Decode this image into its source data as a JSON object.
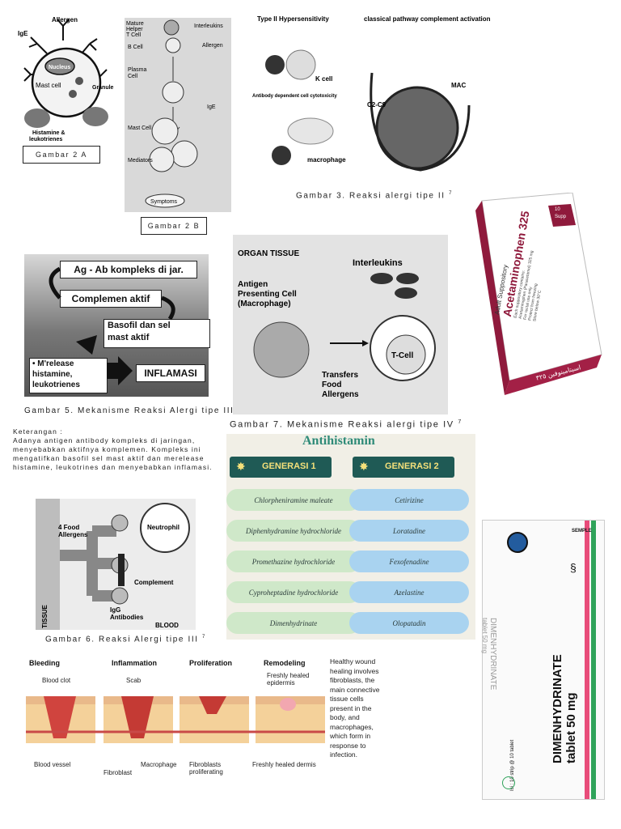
{
  "fig2a": {
    "allergen": "Allergen",
    "ige": "IgE",
    "nucleus": "Nucleus",
    "mast_cell": "Mast cell",
    "granule": "Granule",
    "histamine": "Histamine &",
    "leukotrienes": "leukotrienes",
    "caption": "Gambar 2 A"
  },
  "fig2b": {
    "mature": "Mature",
    "helper": "Helper",
    "tcell": "T Cell",
    "interleukins": "Interleukins",
    "allergen": "Allergen",
    "bcell": "B Cell",
    "plasma": "Plasma",
    "cell": "Cell",
    "ige": "IgE",
    "mastcell": "Mast Cell",
    "mediators": "Mediators",
    "symptoms": "Symptoms",
    "caption": "Gambar 2 B"
  },
  "fig3": {
    "type2": "Type II  Hypersensitivity",
    "classical": "classical pathway complement activation",
    "kcell": "K cell",
    "adcc": "Antibody dependent cell cytotoxicity",
    "macrophage": "macrophage",
    "mac": "MAC",
    "c2c9": "C2-C9",
    "caption": "Gambar 3. Reaksi alergi tipe II",
    "caption_sup": "7"
  },
  "box_acet": {
    "brand": "Acetaminophen 325",
    "sub": "Adult Suppository",
    "count_top": "10",
    "count_bot": "Supp",
    "lines": [
      "Each suppository contains:",
      "Acetaminophen (Paracetamol) 325 mg",
      "For rectal use only",
      "Protect from freezing",
      "Store below 30°C"
    ],
    "arabic": "اسيتامينوفين ٣٢٥"
  },
  "fig5": {
    "box1": "Ag  -  Ab  kompleks di jar.",
    "box2": "Complemen aktif",
    "box3a": "Basofil dan sel",
    "box3b": "mast aktif",
    "box4a": "• M'release",
    "box4b": "histamine,",
    "box4c": "leukotrienes",
    "box5": "INFLAMASI",
    "caption": "Gambar 5. Mekanisme Reaksi Alergi tipe III"
  },
  "fig7": {
    "organ": "ORGAN TISSUE",
    "interleukins": "Interleukins",
    "apc1": "Antigen",
    "apc2": "Presenting Cell",
    "apc3": "(Macrophage)",
    "tcell": "T-Cell",
    "tr1": "Transfers",
    "tr2": "Food",
    "tr3": "Allergens",
    "caption": "Gambar 7. Mekanisme Reaksi alergi tipe IV",
    "caption_sup": "7"
  },
  "keterangan": {
    "title": "Keterangan :",
    "lines": [
      "Adanya antigen antibody kompleks di jaringan,",
      "menyebabkan aktifnya komplemen. Kompleks ini",
      "mengatifkan basofil sel mast aktif dan merelease",
      "histamine, leukotrines dan menyebabkan inflamasi."
    ]
  },
  "antihistamin": {
    "title": "Antihistamin",
    "gen1": "GENERASI 1",
    "gen2": "GENERASI 2",
    "gen1_items": [
      "Chlorpheniramine maleate",
      "Diphenhydramine hydrochloride",
      "Promethazine hydrochloride",
      "Cyproheptadine hydrochloride",
      "Dimenhydrinate"
    ],
    "gen2_items": [
      "Cetirizine",
      "Loratadine",
      "Fexofenadine",
      "Azelastine",
      "Olopatadin"
    ]
  },
  "fig6": {
    "food1": "4 Food",
    "food2": "Allergens",
    "neutrophil": "Neutrophil",
    "complement": "Complement",
    "igg1": "IgG",
    "igg2": "Antibodies",
    "tissue": "TISSUE",
    "blood": "BLOOD",
    "caption": "Gambar 6. Reaksi Alergi tipe III",
    "caption_sup": "7"
  },
  "box_dimen": {
    "name": "DIMENHYDRINATE",
    "dose": "tablet 50 mg",
    "mirror1": "DIMENHYDRINATE",
    "mirror2": "tablet 50 mg",
    "footer": "Isi : 10 strip @ 10 tablet",
    "maker": "SEMPLE"
  },
  "wound": {
    "stages": [
      "Bleeding",
      "Inflammation",
      "Proliferation",
      "Remodeling"
    ],
    "blood_clot": "Blood clot",
    "scab": "Scab",
    "freshly1": "Freshly healed",
    "freshly2": "epidermis",
    "blood_vessel": "Blood vessel",
    "fibroblast": "Fibroblast",
    "macrophage": "Macrophage",
    "fib_prolif1": "Fibroblasts",
    "fib_prolif2": "proliferating",
    "fresh_dermis": "Freshly healed dermis",
    "note": [
      "Healthy wound",
      "healing involves",
      "fibroblasts, the",
      "main connective",
      "tissue cells",
      "present in the",
      "body, and",
      "macrophages,",
      "which form in",
      "response to",
      "infection."
    ]
  }
}
